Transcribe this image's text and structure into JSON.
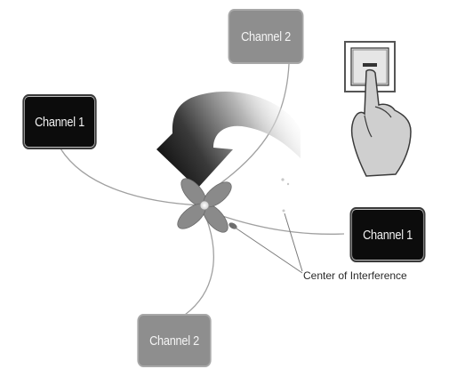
{
  "diagram": {
    "channels": {
      "channel_2_top": "Channel 2",
      "channel_1_left": "Channel 1",
      "channel_1_right": "Channel 1",
      "channel_2_bottom": "Channel 2"
    },
    "annotation": "Center of Interference",
    "icons": {
      "rotation_arrow": "curved-rotation-arrow-icon",
      "interference_point": "four-lobed-flower-icon",
      "hand_button": "finger-pressing-button-icon"
    },
    "colors": {
      "dark_box": "#0c0c0c",
      "grey_box": "#8e8e8e",
      "flower": "#8a8a8a",
      "lines": "#9a9a9a"
    }
  }
}
